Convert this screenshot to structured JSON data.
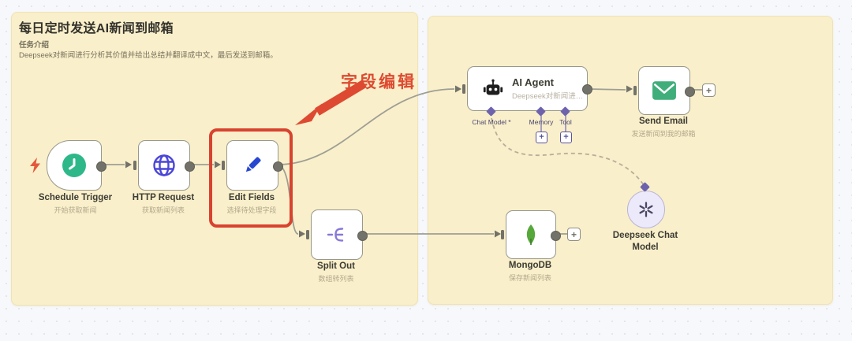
{
  "workflow": {
    "title": "每日定时发送AI新闻到邮箱",
    "intro_heading": "任务介绍",
    "intro_text": "Deepseek对新闻进行分析其价值并给出总结并翻译成中文，最后发送到邮箱。"
  },
  "annotation": {
    "label": "字段编辑"
  },
  "nodes": {
    "schedule": {
      "label": "Schedule Trigger",
      "subtitle": "开始获取新闻"
    },
    "http": {
      "label": "HTTP Request",
      "subtitle": "获取新闻列表"
    },
    "edit": {
      "label": "Edit Fields",
      "subtitle": "选择待处理字段"
    },
    "split": {
      "label": "Split Out",
      "subtitle": "数组转列表"
    },
    "agent": {
      "label": "AI Agent",
      "subtitle": "Deepseek对新闻进行…",
      "ports": {
        "chat_model": "Chat Model *",
        "memory": "Memory",
        "tool": "Tool"
      }
    },
    "send": {
      "label": "Send Email",
      "subtitle": "发送新闻到我的邮箱"
    },
    "mongo": {
      "label": "MongoDB",
      "subtitle": "保存新闻列表"
    },
    "deepseek": {
      "label_line1": "Deepseek Chat",
      "label_line2": "Model"
    }
  },
  "symbols": {
    "plus": "+"
  },
  "icons": {
    "trigger": "lightning-icon",
    "schedule": "clock-icon",
    "http": "globe-icon",
    "edit": "pencil-icon",
    "split": "split-icon",
    "agent": "robot-icon",
    "send": "envelope-icon",
    "mongo": "leaf-icon",
    "deepseek": "spiral-icon",
    "add": "plus-icon"
  },
  "colors": {
    "panel_bg": "#f9efca",
    "canvas_bg": "#f7f8fb",
    "annotation_red": "#d8432f",
    "node_border": "#98988c",
    "connector_gray": "#9e9e94",
    "schedule_green": "#2eb88a",
    "http_indigo": "#4a46d8",
    "edit_blue": "#2847d0",
    "split_purple": "#8878d8",
    "email_green": "#3fae7a",
    "mongo_green": "#57a83b",
    "port_purple": "#6d63ad",
    "model_bubble_bg": "#eceafa"
  }
}
